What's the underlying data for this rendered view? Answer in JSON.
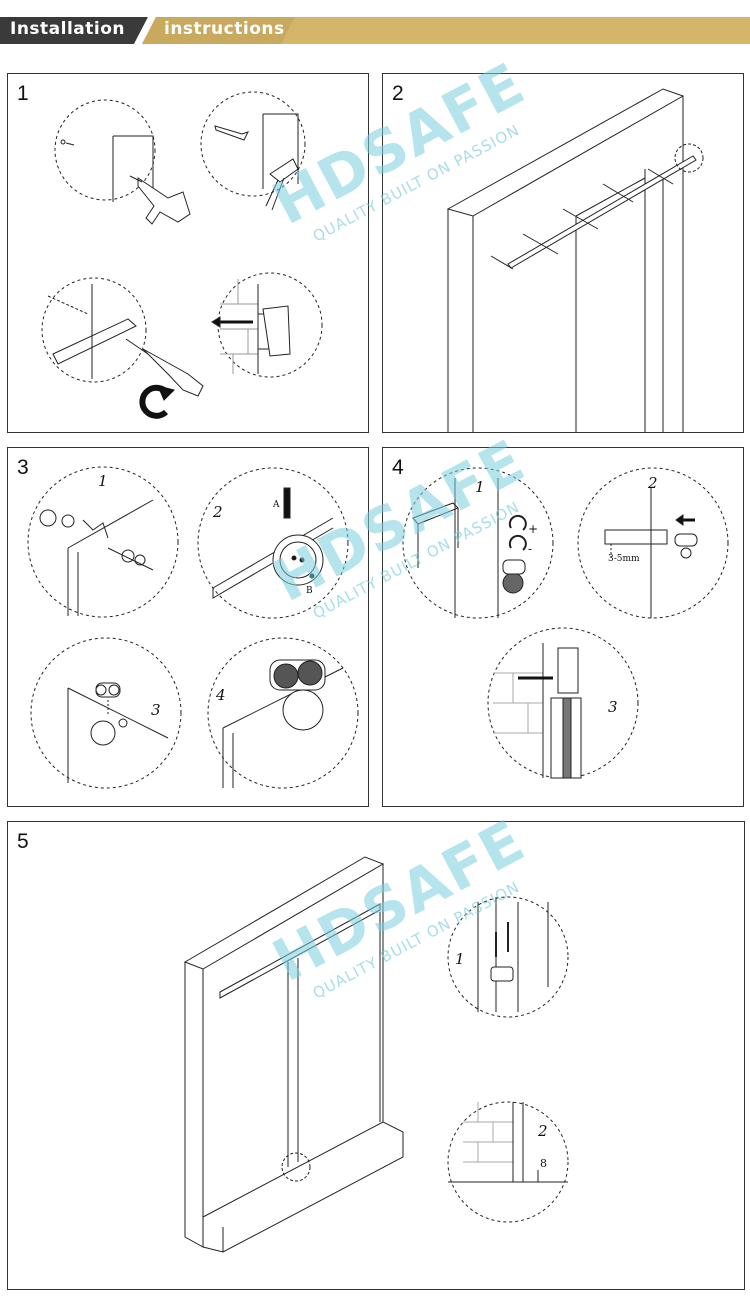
{
  "header": {
    "title_part1": "Installation",
    "title_part2": "instructions",
    "colors": {
      "dark": "#3a3a3a",
      "gold": "#d4b56a"
    }
  },
  "steps": [
    {
      "number": "1"
    },
    {
      "number": "2"
    },
    {
      "number": "3",
      "circles": [
        "1",
        "2",
        "3",
        "4"
      ],
      "labels": {
        "a": "A",
        "b": "B"
      }
    },
    {
      "number": "4",
      "circles": [
        "1",
        "2",
        "3"
      ],
      "gap_label": "3-5mm",
      "plus": "+",
      "minus": "-"
    },
    {
      "number": "5",
      "circles": [
        "1",
        "2"
      ],
      "dimension": "8"
    }
  ],
  "watermark": {
    "brand": "HDSAFE",
    "tagline": "QUALITY BUILT ON PASSION",
    "color": "#78cddc"
  }
}
